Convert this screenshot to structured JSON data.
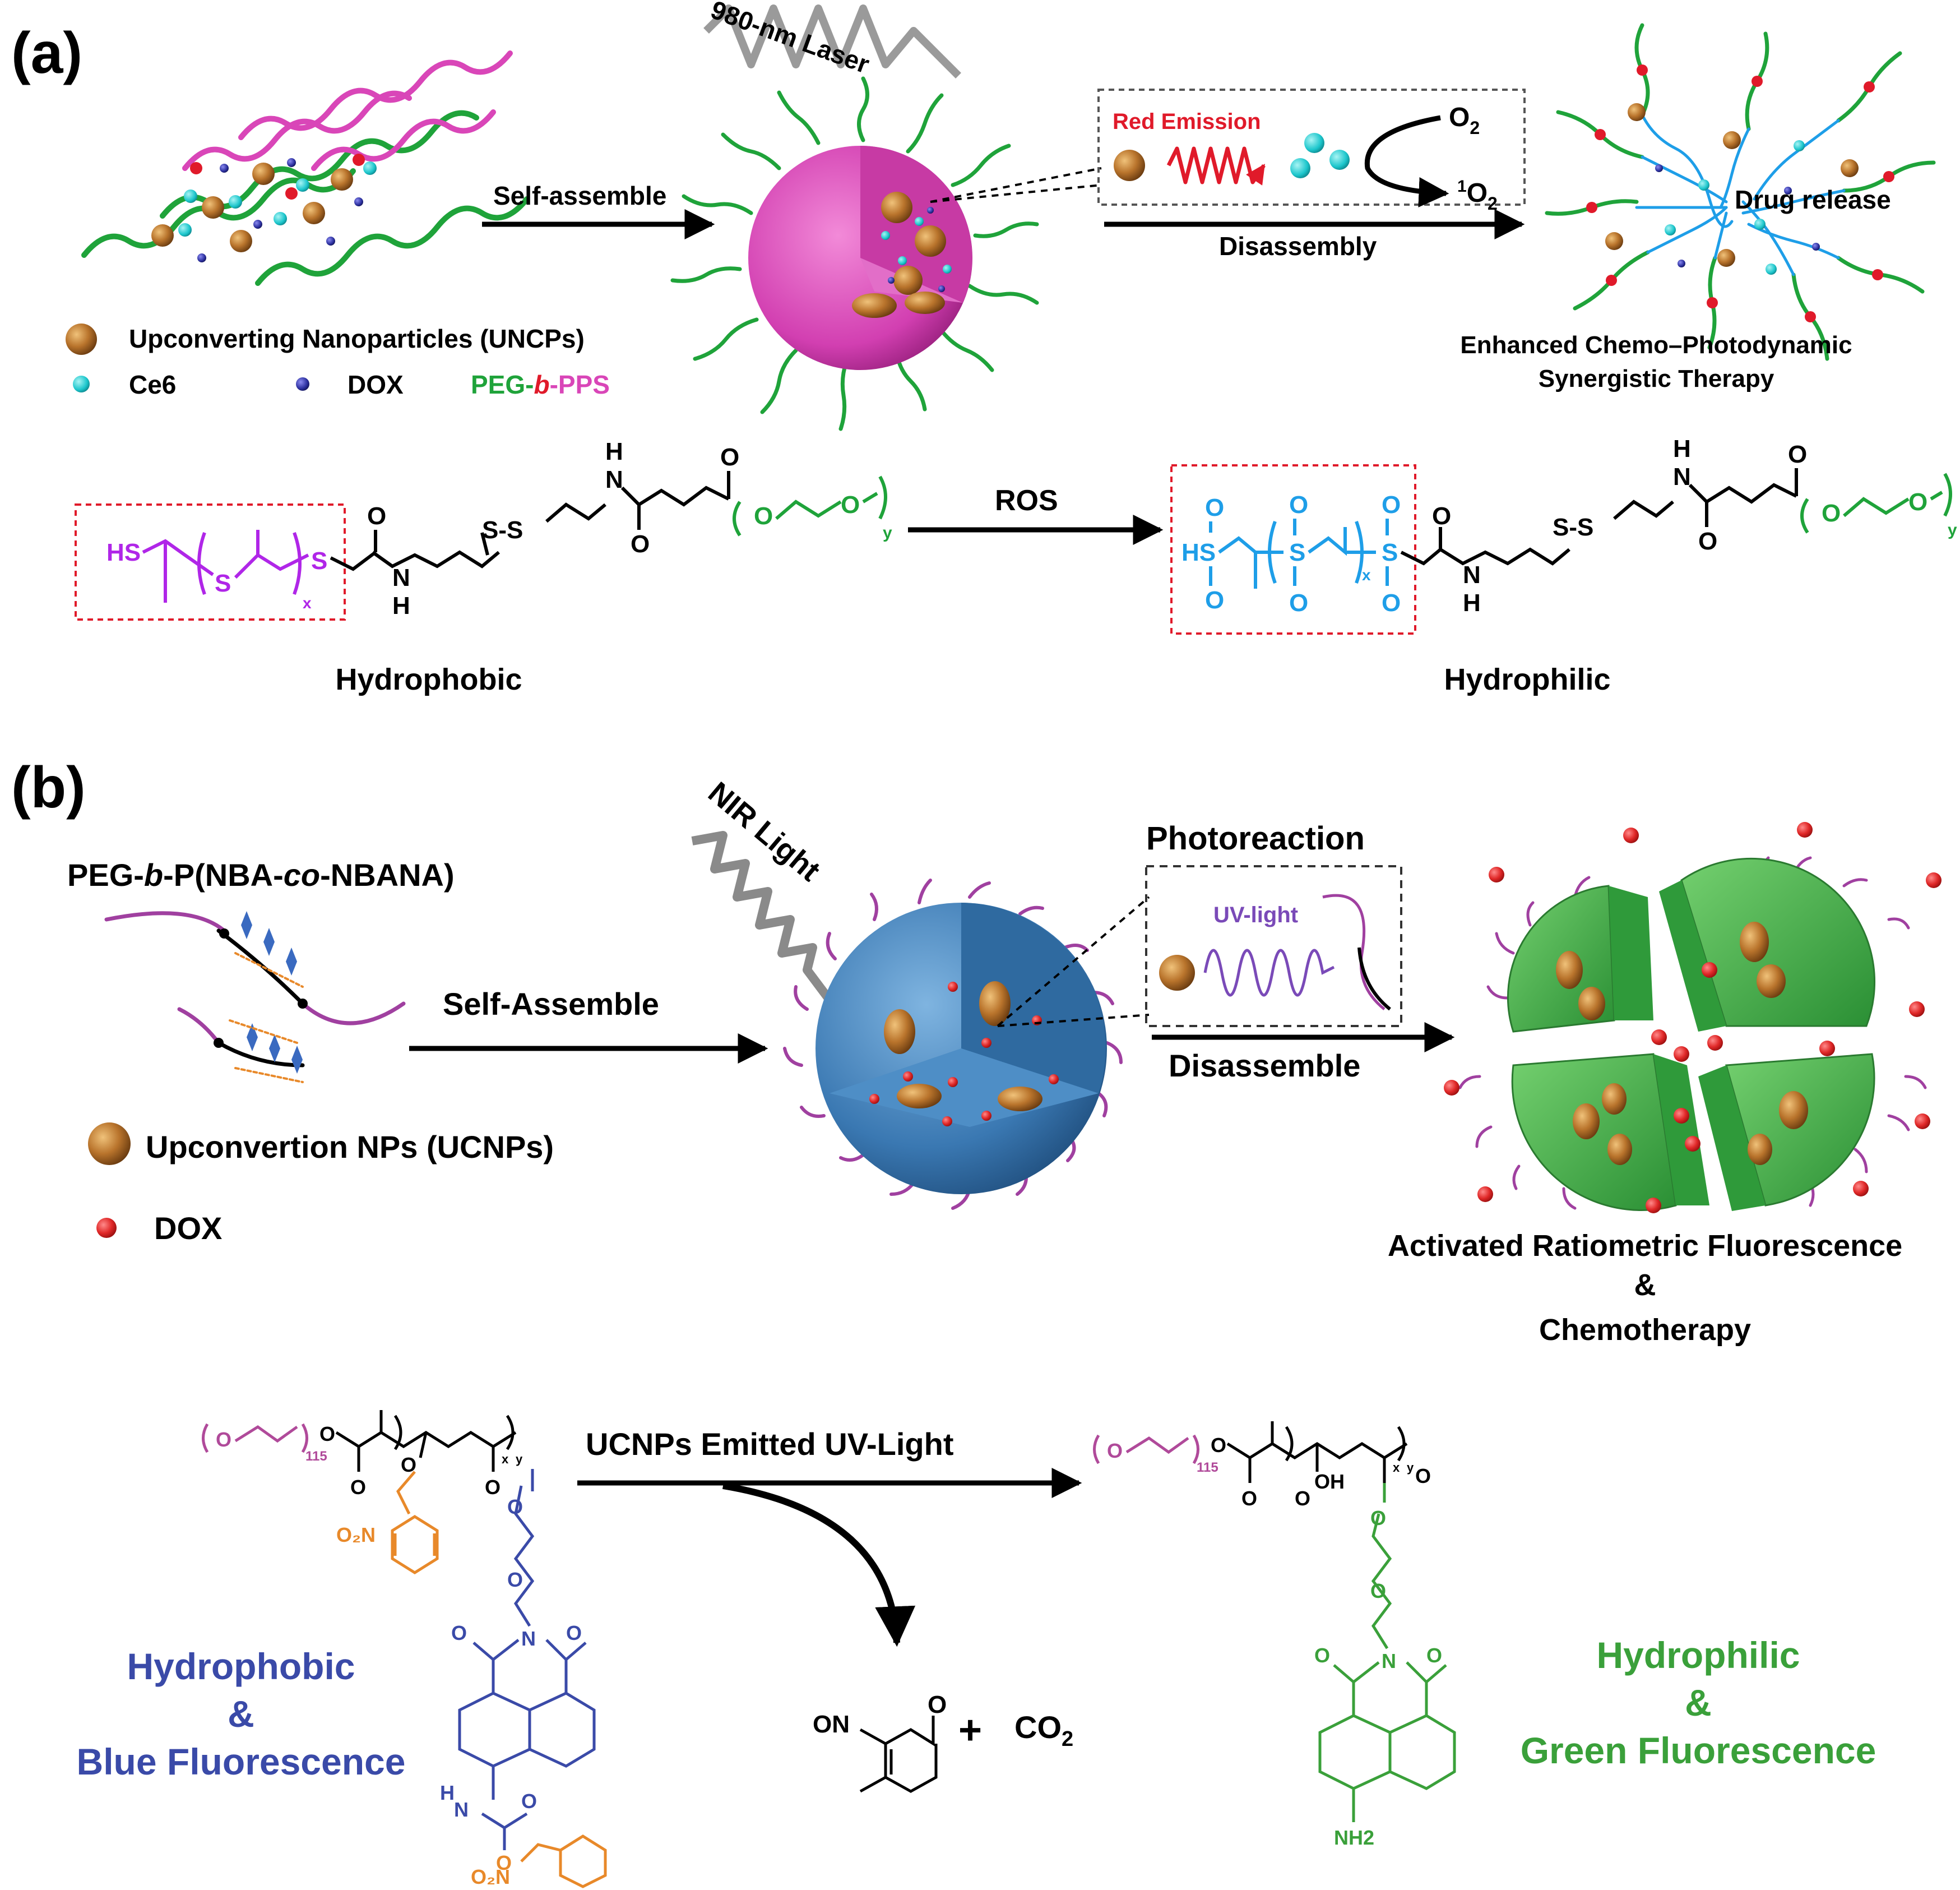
{
  "panel_a": {
    "tag": "(a)",
    "laser": "980-nm Laser",
    "self_assemble": "Self-assemble",
    "red_emission": "Red Emission",
    "o2": "O",
    "o2_sub": "2",
    "singlet_sup": "1",
    "singlet_o": "O",
    "singlet_sub": "2",
    "disassembly": "Disassembly",
    "drug_release": "Drug release",
    "therapy_1": "Enhanced Chemo–Photodynamic",
    "therapy_2": "Synergistic Therapy",
    "legend": {
      "ucnp": "Upconverting Nanoparticles (UNCPs)",
      "ce6": "Ce6",
      "dox": "DOX",
      "peg": "PEG",
      "b": "b",
      "pps": "PPS",
      "dash": "-"
    },
    "ros": "ROS",
    "hydrophobic": "Hydrophobic",
    "hydrophilic": "Hydrophilic",
    "chem": {
      "hs": "HS",
      "s": "S",
      "x": "x",
      "y": "y",
      "o": "O",
      "h": "H",
      "n": "N",
      "ss": "S-S",
      "hs_sulfo": "HS"
    },
    "colors": {
      "magenta": "#d946b8",
      "green": "#1fa33a",
      "purple": "#b026e8",
      "cyan": "#1e9ee8",
      "red": "#e01a2a",
      "navy": "#2b2f9e"
    }
  },
  "panel_b": {
    "tag": "(b)",
    "polymer_peg": "PEG-",
    "polymer_b": "b",
    "polymer_p": "-P(NBA-",
    "polymer_co": "co",
    "polymer_end": "-NBANA)",
    "nir": "NIR Light",
    "self_assemble": "Self-Assemble",
    "photoreaction": "Photoreaction",
    "uv_light": "UV-light",
    "disassemble": "Disassemble",
    "legend": {
      "ucnp": "Upconvertion NPs (UCNPs)",
      "dox": "DOX"
    },
    "result_1": "Activated Ratiometric Fluorescence",
    "result_2": "&",
    "result_3": "Chemotherapy",
    "uv_emitted": "UCNPs Emitted UV-Light",
    "left_1": "Hydrophobic",
    "left_2": "&",
    "left_3": "Blue Fluorescence",
    "right_1": "Hydrophilic",
    "right_2": "&",
    "right_3": "Green Fluorescence",
    "plus": "+",
    "co2": "CO",
    "co2_sub": "2",
    "chem": {
      "o": "O",
      "n": "N",
      "no2": "O₂N",
      "on": "ON",
      "h": "H",
      "oh": "OH",
      "nh2": "NH2",
      "n115": "115",
      "x": "x",
      "y": "y"
    },
    "colors": {
      "blue_sphere": "#3f7fb8",
      "green_shell": "#3fae4a",
      "dox_red": "#e02828",
      "ucnp_brown": "#b0722a",
      "orange": "#e8892a",
      "navy": "#3a4aa8",
      "chem_green": "#3aa03a",
      "pink": "#b04a9a"
    }
  }
}
